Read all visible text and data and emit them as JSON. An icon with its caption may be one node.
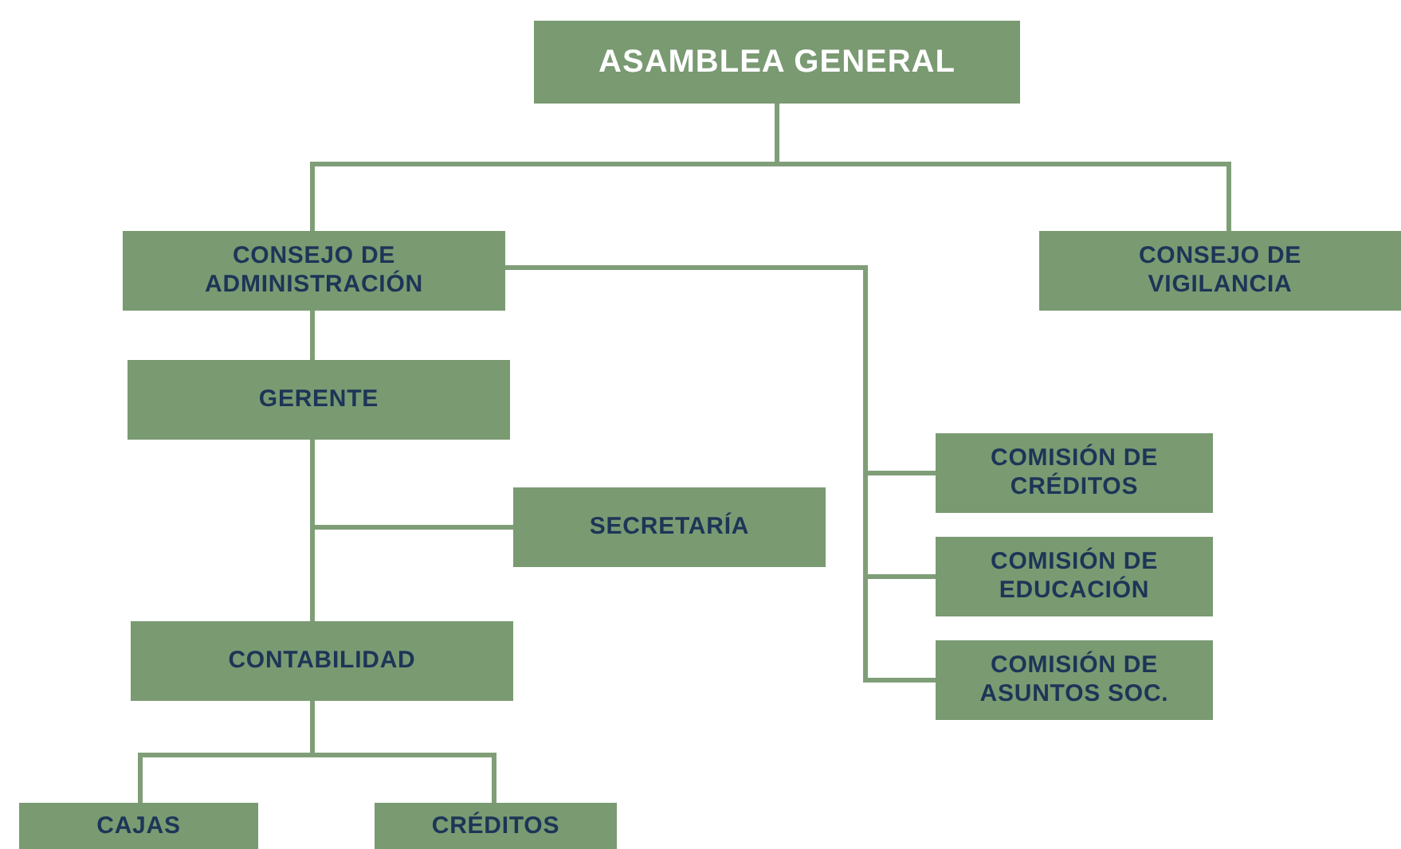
{
  "diagram": {
    "nodes": [
      {
        "text": [
          "ASAMBLEA GENERAL"
        ]
      },
      {
        "text": [
          "CONSEJO DE ADMINISTRACIÓN"
        ]
      },
      {
        "text": [
          "CONSEJO DE VIGILANCIA"
        ]
      },
      {
        "text": [
          "GERENTE"
        ]
      },
      {
        "text": [
          "SECRETARÍA"
        ]
      },
      {
        "text": [
          "CONTABILIDAD"
        ]
      },
      {
        "text": [
          "CAJAS"
        ]
      },
      {
        "text": [
          "CRÉDITOS"
        ]
      },
      {
        "text": [
          "COMISIÓN DE CRÉDITOS"
        ]
      },
      {
        "text": [
          "COMISIÓN DE EDUCACIÓN"
        ]
      },
      {
        "text": [
          "COMISIÓN DE ASUNTOS SOC."
        ]
      }
    ],
    "edges": [
      {
        "from": 0,
        "to": 1,
        "arrow": "none"
      },
      {
        "from": 0,
        "to": 2,
        "arrow": "none"
      },
      {
        "from": 1,
        "to": 3,
        "arrow": "none"
      },
      {
        "from": 3,
        "to": 4,
        "arrow": "none"
      },
      {
        "from": 3,
        "to": 5,
        "arrow": "none"
      },
      {
        "from": 5,
        "to": 6,
        "arrow": "none"
      },
      {
        "from": 5,
        "to": 7,
        "arrow": "none"
      },
      {
        "from": 1,
        "to": 8,
        "arrow": "none"
      },
      {
        "from": 1,
        "to": 9,
        "arrow": "none"
      },
      {
        "from": 1,
        "to": 10,
        "arrow": "none"
      }
    ]
  }
}
